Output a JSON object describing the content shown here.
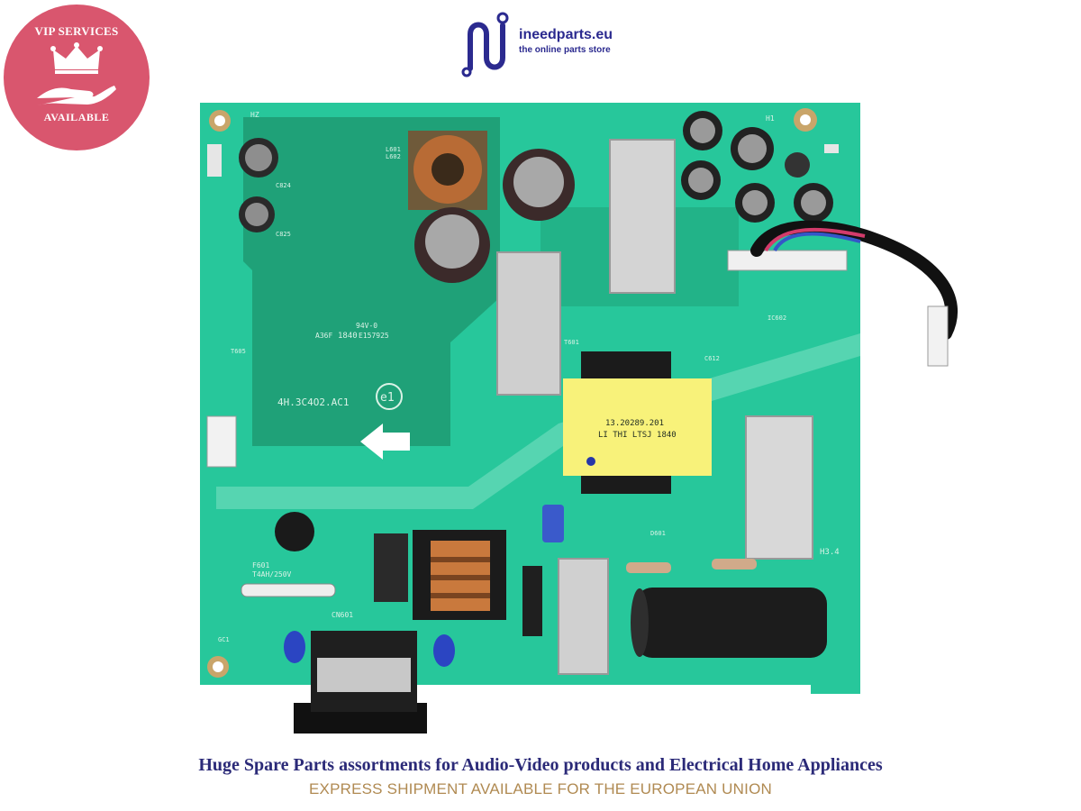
{
  "badge": {
    "top_text": "VIP SERVICES",
    "bottom_text": "AVAILABLE",
    "color": "#d9566e"
  },
  "logo": {
    "name": "ineedparts.eu",
    "tagline": "the online parts store",
    "color": "#2b2a8f"
  },
  "board_labels": {
    "part_number": "4H.3C4O2.AC1",
    "emark": "e1",
    "rating": "94V-0",
    "date_code": "1840",
    "ul_code": "E157925",
    "a_code": "A36F",
    "sticker_line1": "13.20289.201",
    "sticker_line2": "LI THI LTSJ 1840",
    "fuse": "F601",
    "fuse_rating": "T4AH/250V",
    "conn_cn601": "CN601",
    "h_mark": "H3.4",
    "label_hz": "HZ",
    "label_h1": "H1",
    "label_c824": "C824",
    "label_c825": "C825",
    "label_l601": "L601",
    "label_l602": "L602",
    "label_t601": "T601",
    "label_t605": "T605",
    "label_ic602": "IC602",
    "label_d601": "D601",
    "label_gc1": "GC1",
    "label_c612": "C612"
  },
  "footer": {
    "line1": "Huge Spare Parts assortments for Audio-Video products and Electrical Home Appliances",
    "line2": "EXPRESS SHIPMENT AVAILABLE FOR THE EUROPEAN UNION",
    "line1_color": "#2b2a78",
    "line2_color": "#b08a52"
  }
}
